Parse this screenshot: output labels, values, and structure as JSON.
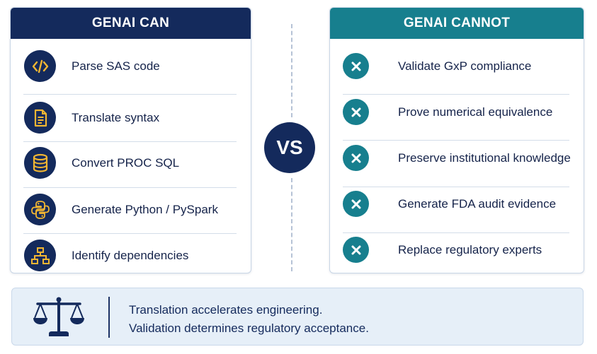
{
  "can": {
    "title": "GENAI CAN",
    "items": [
      {
        "label": "Parse SAS code",
        "icon": "code-icon"
      },
      {
        "label": "Translate syntax",
        "icon": "document-icon"
      },
      {
        "label": "Convert PROC SQL",
        "icon": "database-icon"
      },
      {
        "label": "Generate Python / PySpark",
        "icon": "python-icon"
      },
      {
        "label": "Identify dependencies",
        "icon": "hierarchy-icon"
      }
    ]
  },
  "cannot": {
    "title": "GENAI CANNOT",
    "items": [
      {
        "label": "Validate GxP compliance",
        "icon": "x-icon"
      },
      {
        "label": "Prove numerical equivalence",
        "icon": "x-icon"
      },
      {
        "label": "Preserve institutional knowledge",
        "icon": "x-icon"
      },
      {
        "label": "Generate FDA audit evidence",
        "icon": "x-icon"
      },
      {
        "label": "Replace regulatory experts",
        "icon": "x-icon"
      }
    ]
  },
  "vs_label": "VS",
  "banner": {
    "icon": "scale-icon",
    "line1": "Translation accelerates engineering.",
    "line2": "Validation determines regulatory acceptance."
  },
  "colors": {
    "navy": "#142a5c",
    "teal": "#177f8e",
    "icon_gold": "#f2b632"
  }
}
